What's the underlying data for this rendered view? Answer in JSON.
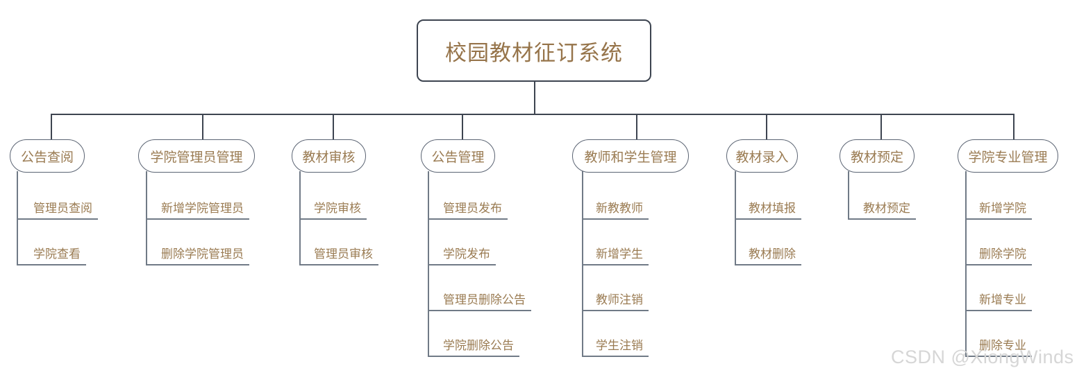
{
  "diagram": {
    "type": "tree",
    "title": "校园教材征订系统",
    "colors": {
      "node_text": "#9a7b52",
      "root_text": "#96744a",
      "root_border": "#3d4450",
      "pill_border": "#5a6372",
      "bus_line": "#3d4450",
      "leaf_line": "#707a86",
      "background": "#ffffff",
      "watermark": "#d6d6d6"
    },
    "root": {
      "label": "校园教材征订系统"
    },
    "branches": [
      {
        "label": "公告查阅",
        "leaves": [
          "管理员查阅",
          "学院查看"
        ]
      },
      {
        "label": "学院管理员管理",
        "leaves": [
          "新增学院管理员",
          "删除学院管理员"
        ]
      },
      {
        "label": "教材审核",
        "leaves": [
          "学院审核",
          "管理员审核"
        ]
      },
      {
        "label": "公告管理",
        "leaves": [
          "管理员发布",
          "学院发布",
          "管理员删除公告",
          "学院删除公告"
        ]
      },
      {
        "label": "教师和学生管理",
        "leaves": [
          "新教教师",
          "新增学生",
          "教师注销",
          "学生注销"
        ]
      },
      {
        "label": "教材录入",
        "leaves": [
          "教材填报",
          "教材删除"
        ]
      },
      {
        "label": "教材预定",
        "leaves": [
          "教材预定"
        ]
      },
      {
        "label": "学院专业管理",
        "leaves": [
          "新增学院",
          "删除学院",
          "新增专业",
          "删除专业"
        ]
      }
    ]
  },
  "watermark": {
    "text": "CSDN @XiongWinds"
  }
}
